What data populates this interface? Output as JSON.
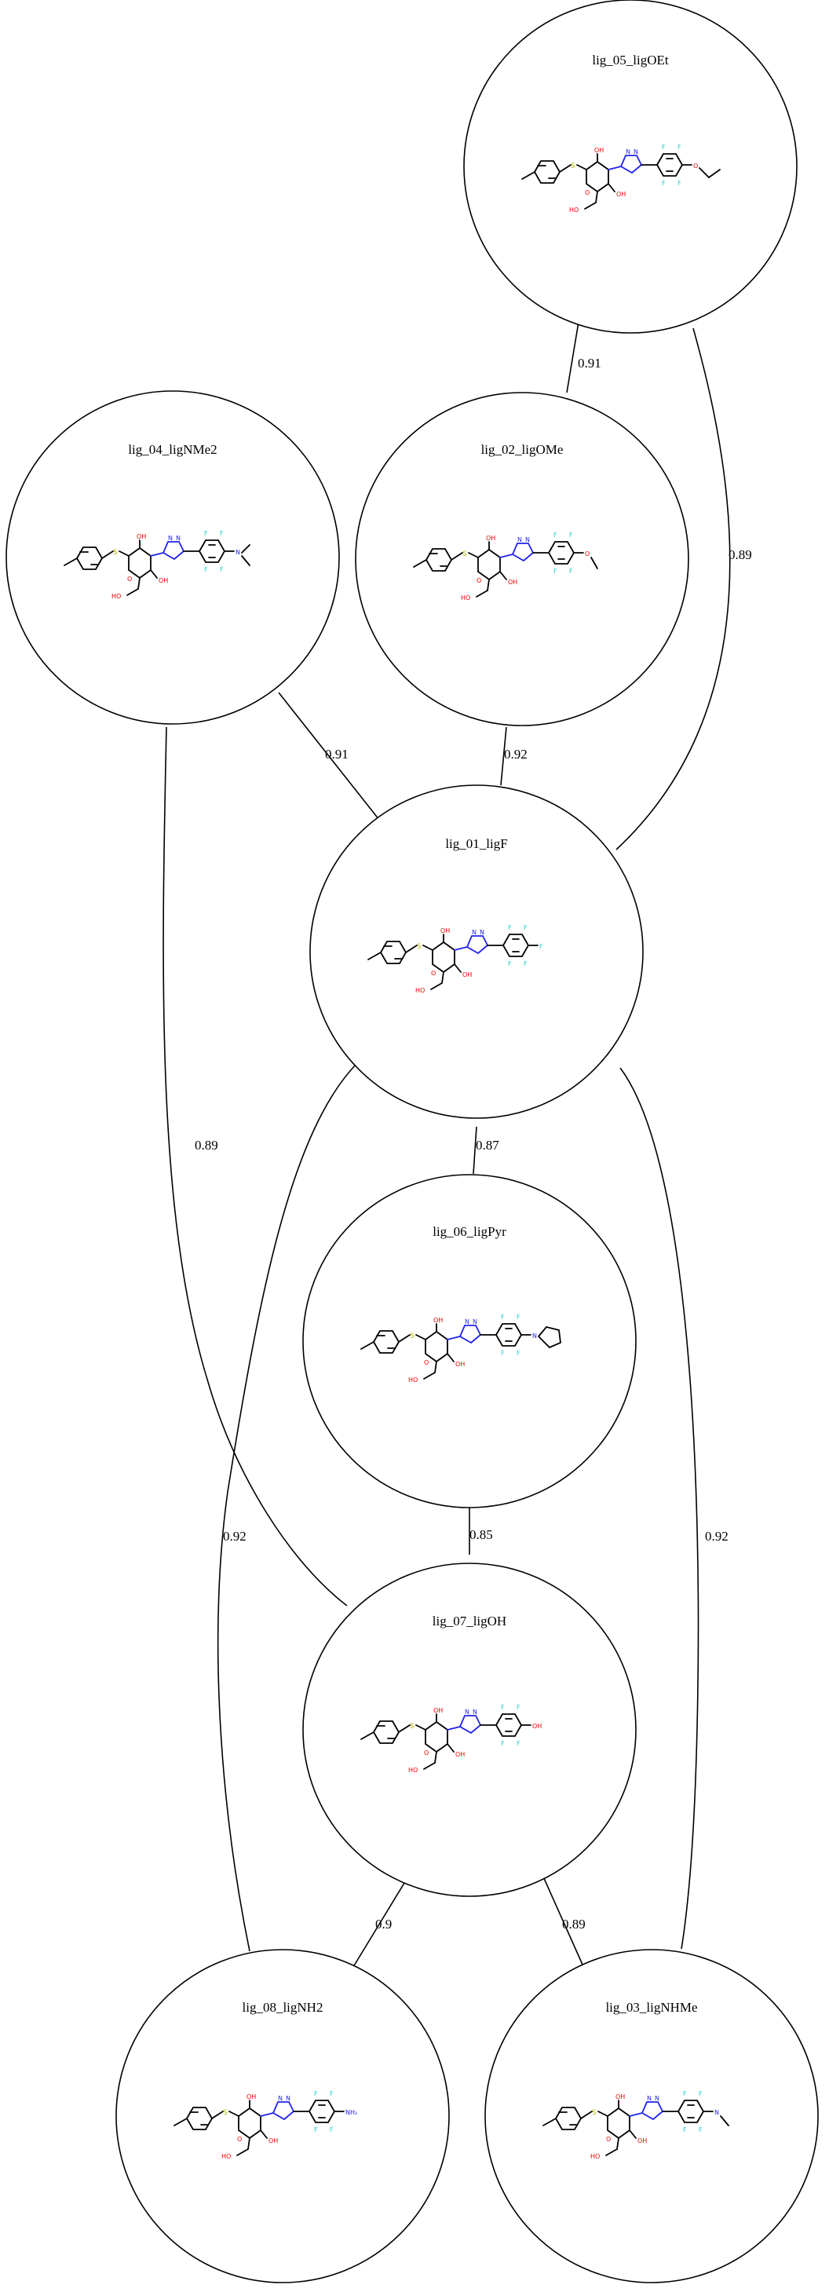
{
  "nodes": [
    {
      "id": "lig_05",
      "label": "lig_05_ligOEt",
      "substituent": "OEt"
    },
    {
      "id": "lig_04",
      "label": "lig_04_ligNMe2",
      "substituent": "NMe2"
    },
    {
      "id": "lig_02",
      "label": "lig_02_ligOMe",
      "substituent": "OMe"
    },
    {
      "id": "lig_01",
      "label": "lig_01_ligF",
      "substituent": "F"
    },
    {
      "id": "lig_06",
      "label": "lig_06_ligPyr",
      "substituent": "Pyr"
    },
    {
      "id": "lig_07",
      "label": "lig_07_ligOH",
      "substituent": "OH"
    },
    {
      "id": "lig_08",
      "label": "lig_08_ligNH2",
      "substituent": "NH2"
    },
    {
      "id": "lig_03",
      "label": "lig_03_ligNHMe",
      "substituent": "NHMe"
    }
  ],
  "edges": [
    {
      "id": "e05_02",
      "from": "lig_05",
      "to": "lig_02",
      "label": "0.91"
    },
    {
      "id": "e05_01",
      "from": "lig_05",
      "to": "lig_01",
      "label": "0.89"
    },
    {
      "id": "e04_01",
      "from": "lig_04",
      "to": "lig_01",
      "label": "0.91"
    },
    {
      "id": "e02_01",
      "from": "lig_02",
      "to": "lig_01",
      "label": "0.92"
    },
    {
      "id": "e04_07",
      "from": "lig_04",
      "to": "lig_07",
      "label": "0.89"
    },
    {
      "id": "e01_06",
      "from": "lig_01",
      "to": "lig_06",
      "label": "0.87"
    },
    {
      "id": "e01_08",
      "from": "lig_01",
      "to": "lig_08",
      "label": "0.92"
    },
    {
      "id": "e01_03",
      "from": "lig_01",
      "to": "lig_03",
      "label": "0.92"
    },
    {
      "id": "e06_07",
      "from": "lig_06",
      "to": "lig_07",
      "label": "0.85"
    },
    {
      "id": "e07_08",
      "from": "lig_07",
      "to": "lig_08",
      "label": "0.9"
    },
    {
      "id": "e07_03",
      "from": "lig_07",
      "to": "lig_03",
      "label": "0.89"
    }
  ],
  "atoms": {
    "oxygen": "O",
    "hydroxyl": "OH",
    "hydroxyl_left": "HO",
    "sulfur": "S",
    "nitrogen": "N",
    "fluorine": "F",
    "amine": "NH₂"
  },
  "colors": {
    "edge": "#000000",
    "node_border": "#000000",
    "oxygen": "#ee0000",
    "nitrogen": "#2222ee",
    "sulfur": "#b8b800",
    "fluorine": "#22cccc"
  }
}
